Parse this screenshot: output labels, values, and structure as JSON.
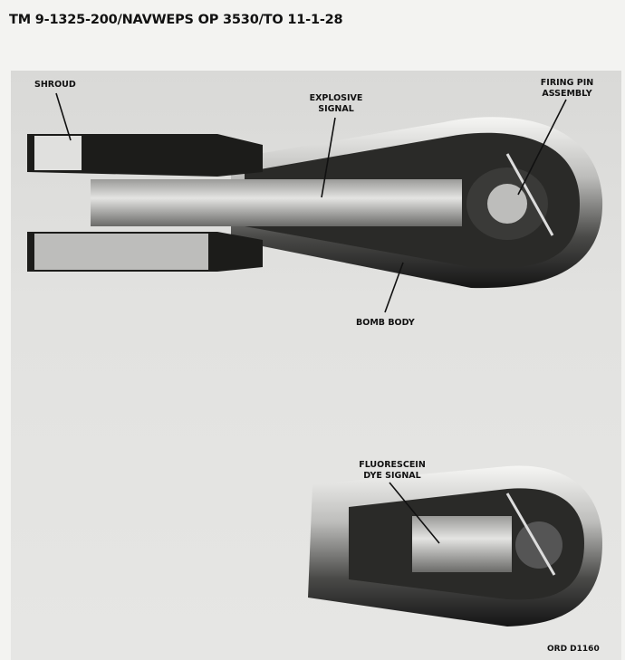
{
  "header": {
    "title": "TM 9-1325-200/NAVWEPS OP 3530/TO 11-1-28"
  },
  "figure": {
    "labels": {
      "shroud": "SHROUD",
      "explosive_signal": "EXPLOSIVE SIGNAL",
      "firing_pin_assembly": "FIRING PIN ASSEMBLY",
      "bomb_body": "BOMB BODY",
      "fluorescein_dye_signal": "FLUORESCEIN DYE SIGNAL"
    },
    "figure_id": "ORD D1160"
  }
}
